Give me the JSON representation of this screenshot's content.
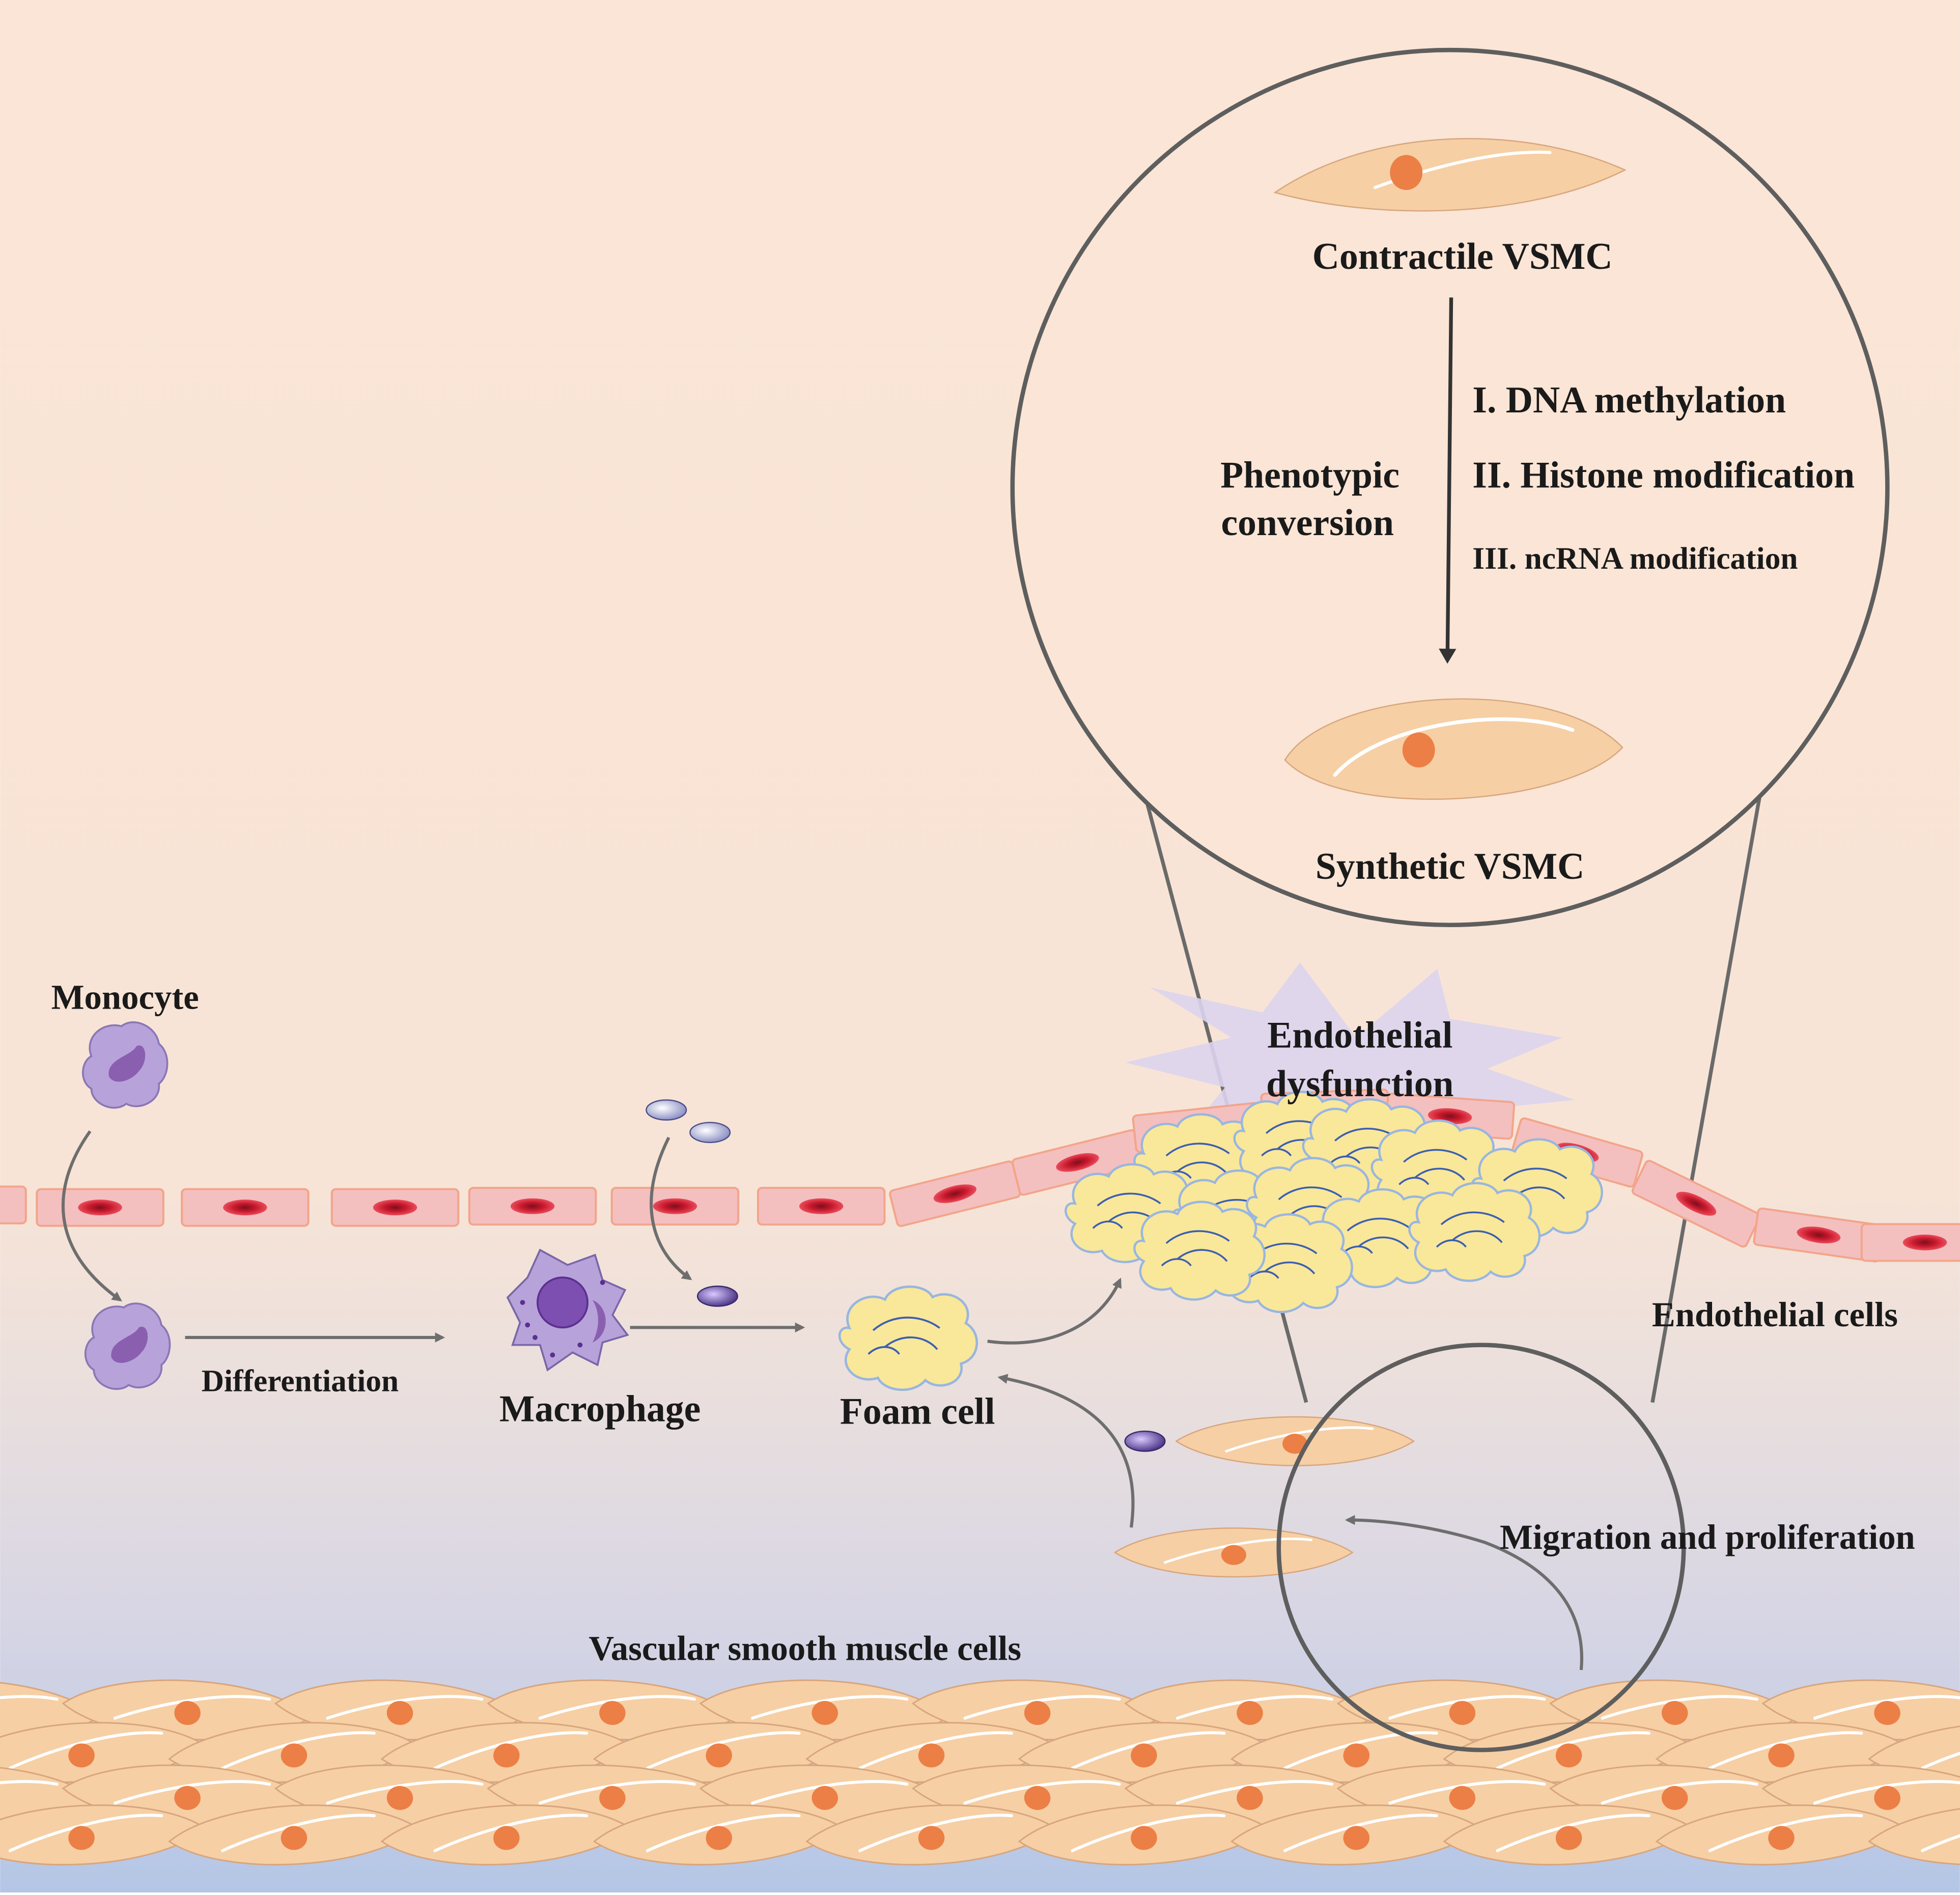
{
  "labels": {
    "contractile": "Contractile VSMC",
    "synthetic": "Synthetic VSMC",
    "phenotypic_line1": "Phenotypic",
    "phenotypic_line2": "conversion",
    "mech1": "I. DNA methylation",
    "mech2": "II. Histone modification",
    "mech3": "III. ncRNA modification",
    "monocyte": "Monocyte",
    "differentiation": "Differentiation",
    "macrophage": "Macrophage",
    "foam_cell": "Foam cell",
    "endothelial_dys_line1": "Endothelial",
    "endothelial_dys_line2": "dysfunction",
    "endothelial_cells": "Endothelial cells",
    "migration": "Migration and proliferation",
    "vsmc": "Vascular smooth muscle cells"
  },
  "colors": {
    "background_top": "#fae5d6",
    "background_bottom": "#b4c6e6",
    "endothelial_cell": "#f4bfbf",
    "endothelial_nucleus": "#d42a3a",
    "vsmc_cell": "#f6cfa5",
    "vsmc_nucleus": "#ec7f45",
    "foam_cell": "#f9e79a",
    "foam_outline": "#98b6df",
    "monocyte": "#b7a3d9",
    "starburst": "#dcd4ee",
    "lipid": "#c2c6e8",
    "lipid_ox": "#6f55a8",
    "line": "#6e6e6e"
  },
  "icons": [
    "monocyte-icon",
    "macrophage-icon",
    "foam-cell-icon",
    "lipid-particle-icon",
    "vsmc-icon",
    "endothelial-cell-icon",
    "starburst-icon"
  ]
}
